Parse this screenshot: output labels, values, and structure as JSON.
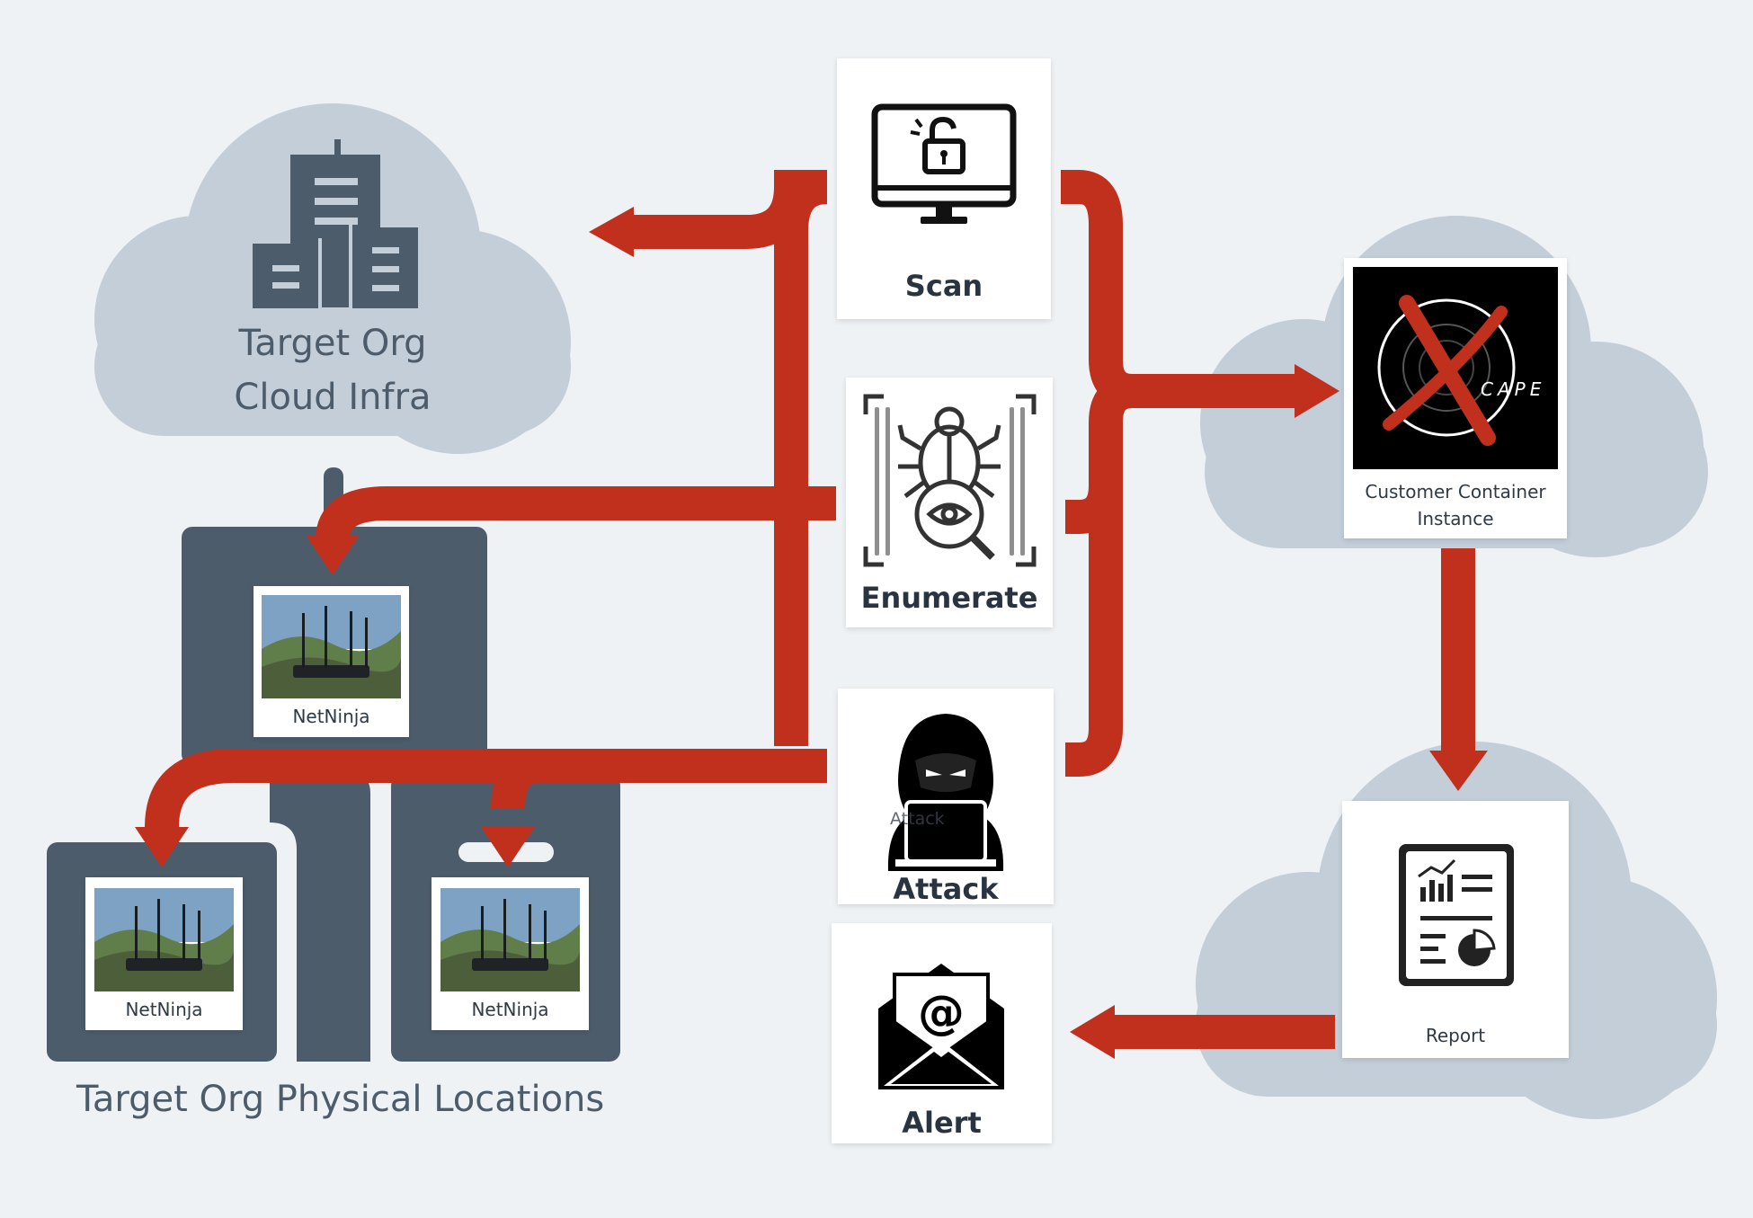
{
  "colors": {
    "background": "#eff2f5",
    "cloud": "#c3ced9",
    "building": "#4d5c6b",
    "arrow": "#c0301c",
    "card": "#ffffff",
    "text_dark": "#2a3440"
  },
  "cloud_infra": {
    "title_line1": "Target Org",
    "title_line2": "Cloud Infra",
    "icon": "office-buildings-icon"
  },
  "physical_locations": {
    "title": "Target Org Physical Locations",
    "devices": [
      {
        "label": "NetNinja",
        "icon": "router-photo"
      },
      {
        "label": "NetNinja",
        "icon": "router-photo"
      },
      {
        "label": "NetNinja",
        "icon": "router-photo"
      }
    ]
  },
  "steps": {
    "scan": {
      "label": "Scan",
      "icon": "monitor-unlock-icon"
    },
    "enumerate": {
      "label": "Enumerate",
      "icon": "bug-scan-icon"
    },
    "attack": {
      "label": "Attack",
      "icon": "hacker-laptop-icon",
      "overlay_text": "Attack"
    },
    "alert": {
      "label": "Alert",
      "icon": "email-at-icon"
    }
  },
  "container": {
    "label_line1": "Customer Container",
    "label_line2": "Instance",
    "logo_text": "CAPE",
    "icon": "xcape-logo"
  },
  "report": {
    "label": "Report",
    "icon": "report-chart-icon"
  }
}
